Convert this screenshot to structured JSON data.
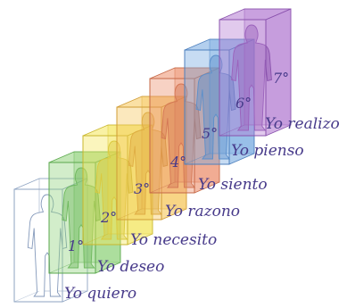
{
  "steps": [
    {
      "number": "1°",
      "label": "Yo quiero",
      "color": "#ffffff",
      "edge": "#8ea3c2"
    },
    {
      "number": "2°",
      "label": "Yo deseo",
      "color": "#8fd27a",
      "edge": "#5aa84c"
    },
    {
      "number": "3°",
      "label": "Yo necesito",
      "color": "#f4e55a",
      "edge": "#c9b62d"
    },
    {
      "number": "4°",
      "label": "Yo razono",
      "color": "#f5c65a",
      "edge": "#d09c35"
    },
    {
      "number": "5°",
      "label": "Yo siento",
      "color": "#ec8f6c",
      "edge": "#c56847"
    },
    {
      "number": "6°",
      "label": "Yo pienso",
      "color": "#74a8e0",
      "edge": "#4c7fbd"
    },
    {
      "number": "7°",
      "label": "Yo realizo",
      "color": "#b37ad1",
      "edge": "#8a52ad"
    }
  ],
  "icons": {
    "figure": "human-figure-icon",
    "box": "translucent-box-icon"
  },
  "colors": {
    "text": "#473a8a"
  }
}
